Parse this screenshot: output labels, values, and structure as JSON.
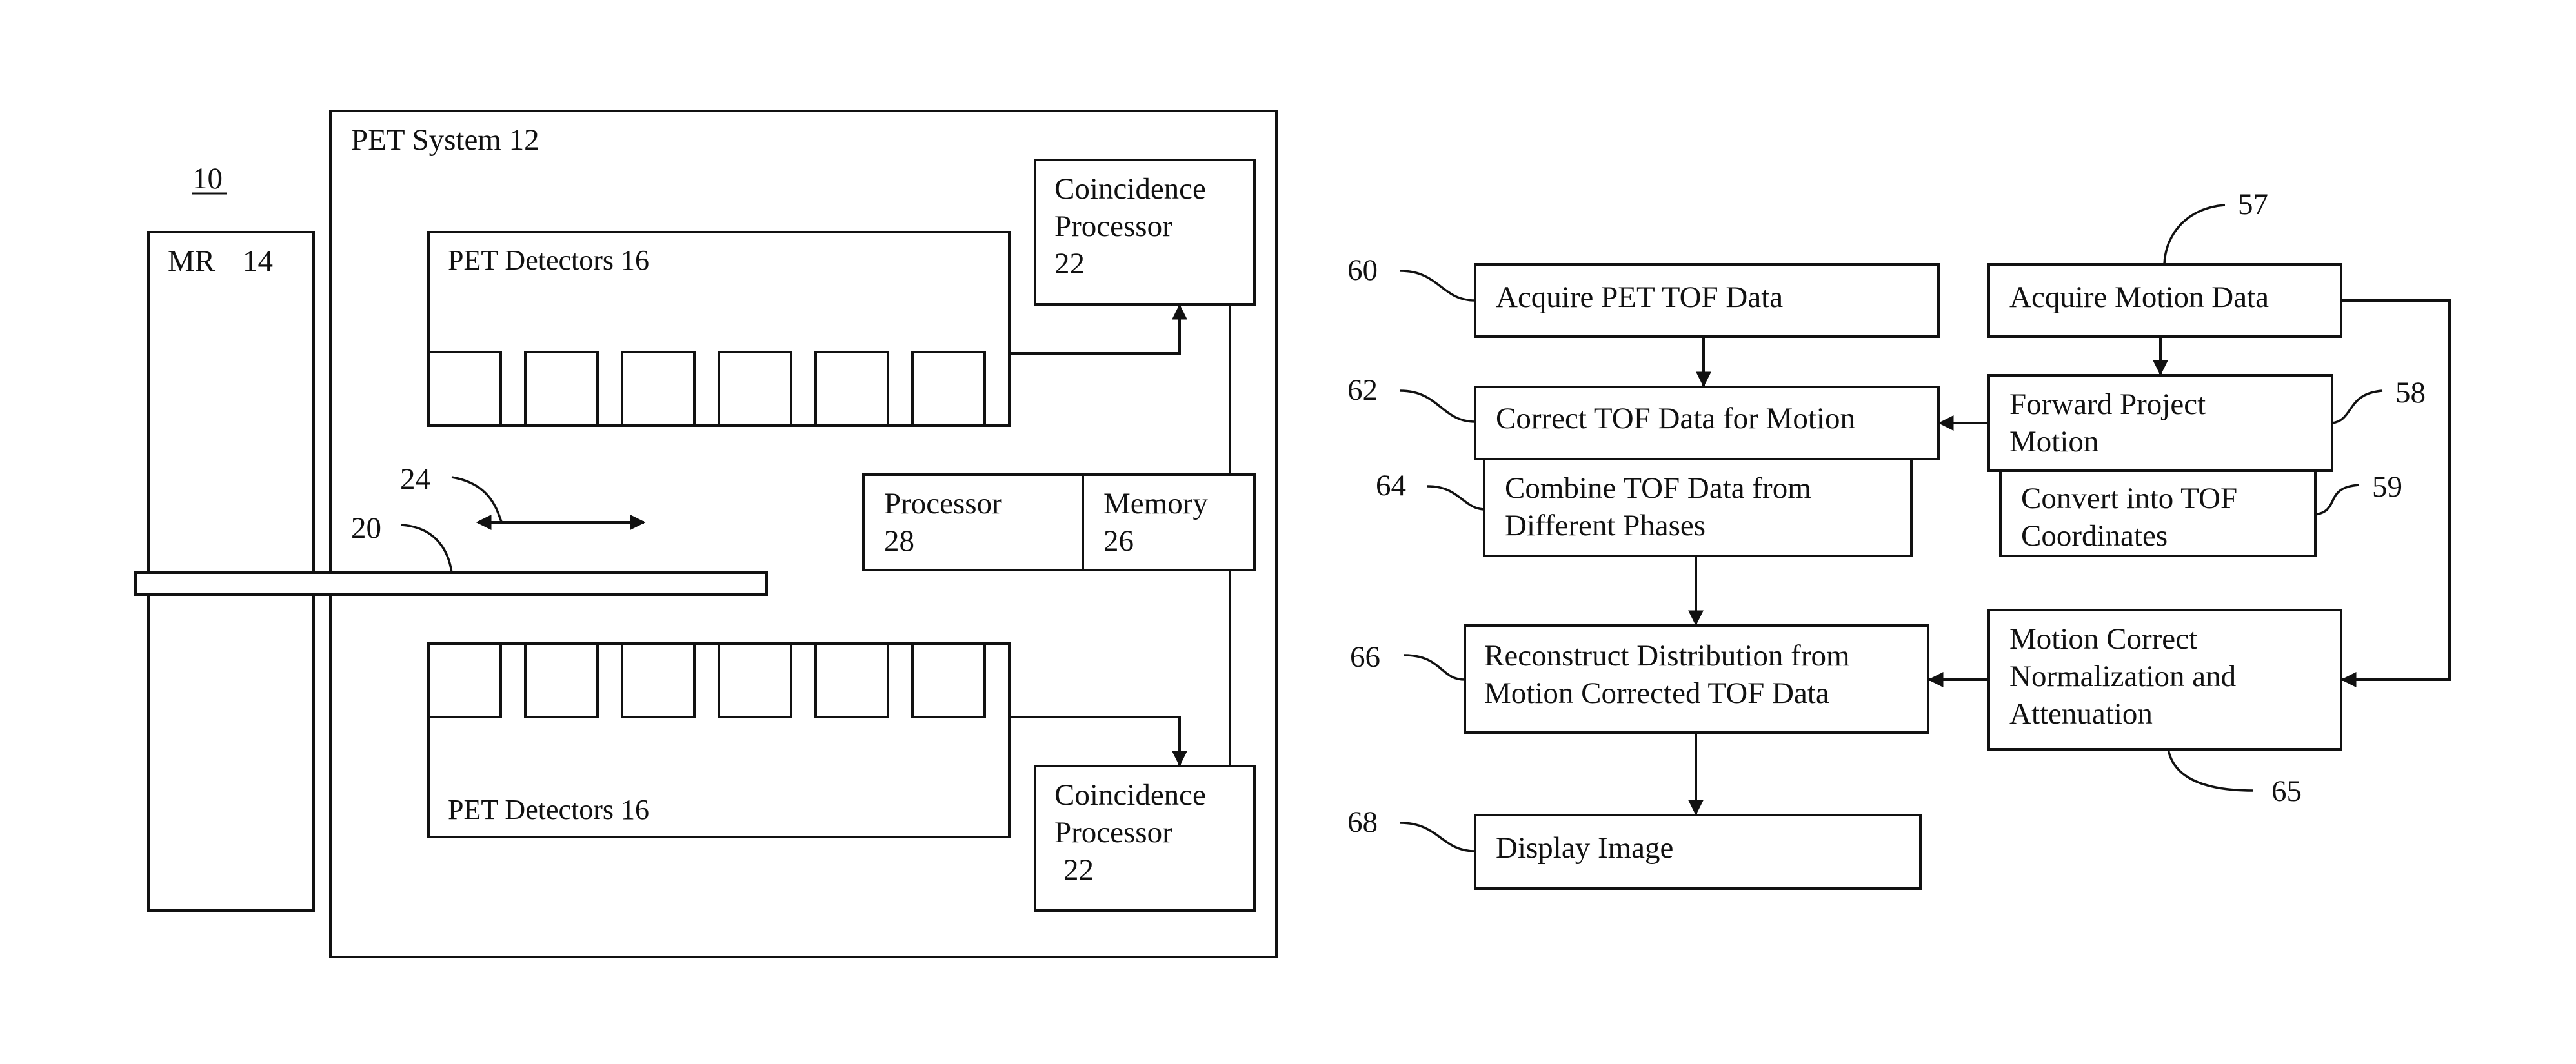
{
  "colors": {
    "stroke": "#111111",
    "background": "#ffffff"
  },
  "figure": {
    "ref": "10"
  },
  "system": {
    "mr_label": "MR",
    "mr_ref": "14",
    "pet_system": "PET System 12",
    "pet_detectors_top": "PET Detectors 16",
    "pet_detectors_bottom": "PET Detectors 16",
    "coincidence_top": [
      "Coincidence",
      "Processor",
      "22"
    ],
    "coincidence_bottom": [
      "Coincidence",
      "Processor",
      "22"
    ],
    "processor": [
      "Processor",
      "28"
    ],
    "memory": [
      "Memory",
      "26"
    ],
    "ref_table": "20",
    "ref_motion": "24"
  },
  "flow": {
    "acquire_pet": {
      "ref": "60",
      "lines": [
        "Acquire PET TOF Data"
      ]
    },
    "acquire_motion": {
      "ref": "57",
      "lines": [
        "Acquire Motion Data"
      ]
    },
    "correct_tof": {
      "ref": "62",
      "lines": [
        "Correct TOF Data for Motion"
      ]
    },
    "forward_project": {
      "ref": "58",
      "lines": [
        "Forward Project",
        "Motion"
      ]
    },
    "combine_tof": {
      "ref": "64",
      "lines": [
        "Combine TOF Data from",
        "Different Phases"
      ]
    },
    "convert_tof": {
      "ref": "59",
      "lines": [
        "Convert into TOF",
        "Coordinates"
      ]
    },
    "reconstruct": {
      "ref": "66",
      "lines": [
        "Reconstruct Distribution from",
        "Motion Corrected  TOF Data"
      ]
    },
    "motion_correct_norm": {
      "ref": "65",
      "lines": [
        "Motion Correct",
        "Normalization and",
        "Attenuation"
      ]
    },
    "display": {
      "ref": "68",
      "lines": [
        "Display Image"
      ]
    }
  }
}
